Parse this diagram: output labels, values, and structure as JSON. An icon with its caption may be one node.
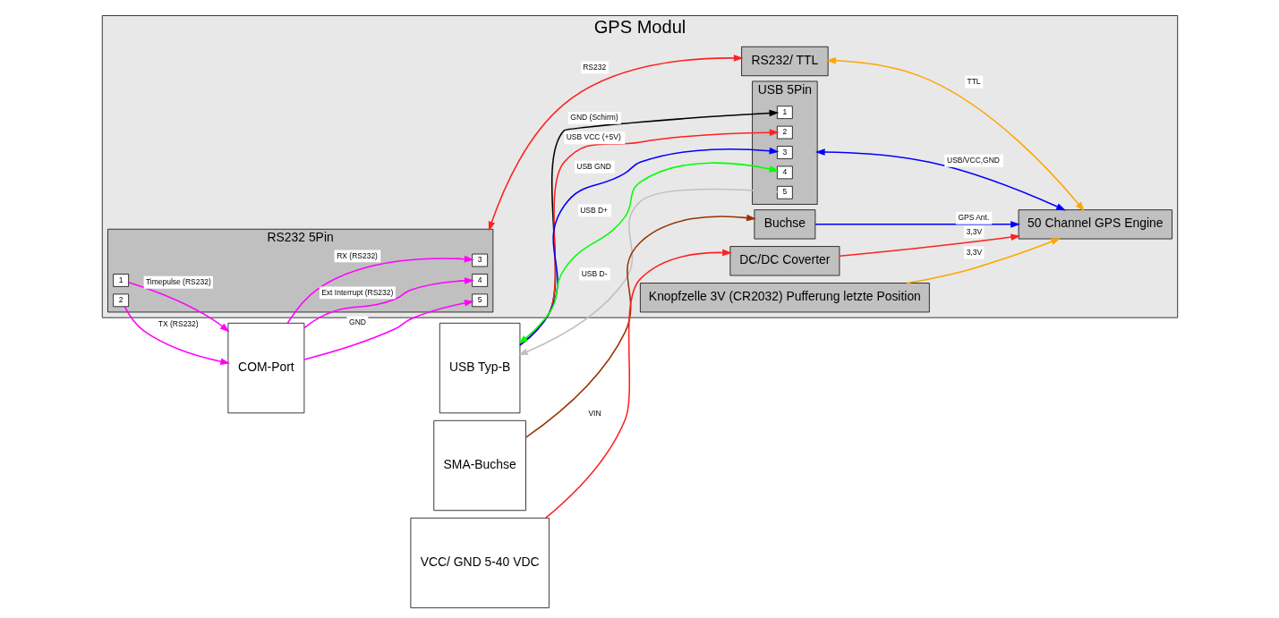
{
  "diagram": {
    "nodes": [
      {
        "text": [
          "GPS Modul"
        ]
      },
      {
        "text": [
          "USB Typ-B"
        ]
      },
      {
        "text": [
          "USB 5Pin"
        ],
        "in": 0
      },
      {
        "text": [
          "1"
        ],
        "in": 2
      },
      {
        "text": [
          "2"
        ],
        "in": 2
      },
      {
        "text": [
          "3"
        ],
        "in": 2
      },
      {
        "text": [
          "4"
        ],
        "in": 2
      },
      {
        "text": [
          "5"
        ],
        "in": 2
      },
      {
        "text": [
          "50 Channel GPS Engine"
        ],
        "in": 0
      },
      {
        "text": [
          "Buchse"
        ],
        "in": 0
      },
      {
        "text": [
          "SMA-Buchse"
        ]
      },
      {
        "text": [
          "DC/DC Coverter"
        ],
        "in": 0
      },
      {
        "text": [
          "COM-Port"
        ]
      },
      {
        "text": [
          "RS232 5Pin"
        ],
        "in": 0
      },
      {
        "text": [
          "1"
        ],
        "in": 13
      },
      {
        "text": [
          "2"
        ],
        "in": 13
      },
      {
        "text": [
          "3"
        ],
        "in": 13
      },
      {
        "text": [
          "4"
        ],
        "in": 13
      },
      {
        "text": [
          "5"
        ],
        "in": 13
      },
      {
        "text": [
          "RS232/ TTL"
        ],
        "in": 0
      },
      {
        "text": [
          "Knopfzelle 3V (CR2032) Pufferung letzte Position"
        ],
        "in": 0
      },
      {
        "text": [
          "VCC/ GND 5-40 VDC"
        ]
      }
    ],
    "edges": [
      {
        "from": 1,
        "to": 3,
        "arrow": "to",
        "label": "GND (Schirm)",
        "color": "#000000"
      },
      {
        "from": 1,
        "to": 4,
        "arrow": "to",
        "label": "USB VCC (+5V)",
        "color": "#ff2020"
      },
      {
        "from": 1,
        "to": 5,
        "arrow": "to",
        "label": "USB GND",
        "color": "#0000ff"
      },
      {
        "from": 1,
        "to": 6,
        "arrow": "both",
        "label": "USB D+",
        "color": "#00ff00"
      },
      {
        "from": 1,
        "to": 7,
        "arrow": "both",
        "label": "USB D-",
        "color": "#c0c0c0"
      },
      {
        "from": 2,
        "to": 8,
        "arrow": "both",
        "label": "USB/VCC,GND",
        "color": "#0000ff"
      },
      {
        "from": 9,
        "to": 8,
        "arrow": "to",
        "label": "GPS Ant.",
        "color": "#0000ff"
      },
      {
        "from": 10,
        "to": 9,
        "arrow": "to",
        "color": "#993300"
      },
      {
        "from": 11,
        "to": 8,
        "arrow": "to",
        "label": "3,3V",
        "color": "#ff2020"
      },
      {
        "from": 21,
        "to": 11,
        "arrow": "to",
        "label": "VIN",
        "color": "#ff2020"
      },
      {
        "from": 14,
        "to": 12,
        "arrow": "to",
        "label": "Timepulse (RS232)"
      },
      {
        "from": 15,
        "to": 12,
        "arrow": "to",
        "label": "TX (RS232)"
      },
      {
        "from": 12,
        "to": 16,
        "arrow": "to",
        "label": "RX (RS232)"
      },
      {
        "from": 12,
        "to": 17,
        "arrow": "to",
        "label": "Ext Interrupt (RS232)"
      },
      {
        "from": 12,
        "to": 18,
        "arrow": "to",
        "label": "GND"
      },
      {
        "from": 13,
        "to": 19,
        "arrow": "both",
        "label": "RS232",
        "color": "#ff2020"
      },
      {
        "from": 19,
        "to": 8,
        "arrow": "both",
        "label": "TTL",
        "color": "#ffa500"
      },
      {
        "from": 20,
        "to": 8,
        "arrow": "to",
        "label": "3,3V",
        "color": "#ffa500"
      }
    ]
  }
}
